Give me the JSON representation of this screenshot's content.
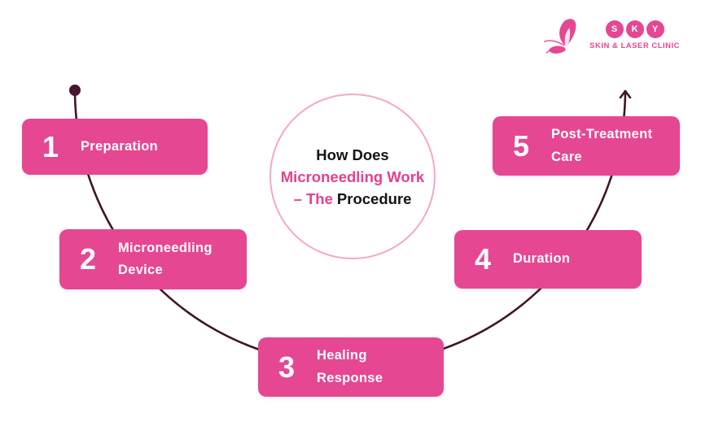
{
  "colors": {
    "accent_pink": "#e54793",
    "title_pink": "#e5418e",
    "dark_line": "#3f1528",
    "circle_border": "#f2a8ca",
    "text_on_pink": "#ffffff",
    "title_black": "#141414",
    "background": "#ffffff"
  },
  "logo": {
    "icon": "butterfly-icon",
    "initials": [
      "S",
      "K",
      "Y"
    ],
    "tagline": "SKIN & LASER CLINIC"
  },
  "center_title": {
    "line1": "How Does",
    "line2": "Microneedling Work",
    "line3_accent": "– The",
    "line3_rest": "Procedure"
  },
  "steps": [
    {
      "number": "1",
      "label": "Preparation"
    },
    {
      "number": "2",
      "label": "Microneedling Device"
    },
    {
      "number": "3",
      "label": "Healing Response"
    },
    {
      "number": "4",
      "label": "Duration"
    },
    {
      "number": "5",
      "label": "Post-Treatment Care"
    }
  ]
}
